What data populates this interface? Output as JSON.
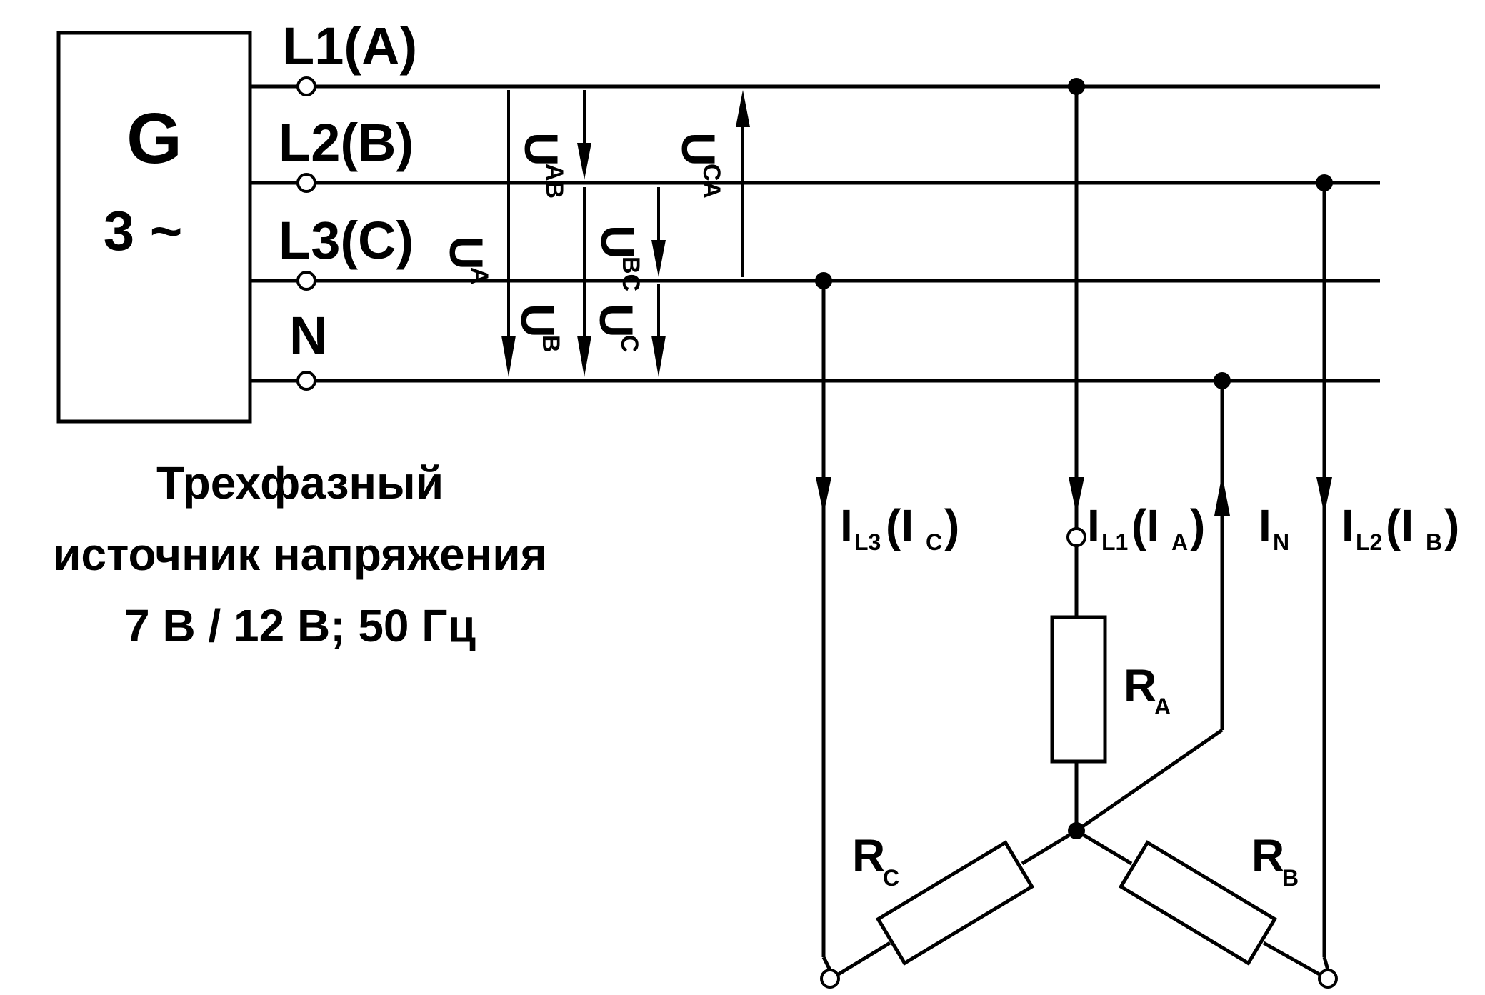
{
  "generator": {
    "symbol": "G",
    "phase_label": "3 ~"
  },
  "lines": {
    "l1": "L1(A)",
    "l2": "L2(B)",
    "l3": "L3(C)",
    "n": "N"
  },
  "voltages": {
    "ua": {
      "main": "U",
      "sub": "A"
    },
    "ub": {
      "main": "U",
      "sub": "B"
    },
    "uc": {
      "main": "U",
      "sub": "C"
    },
    "uab": {
      "main": "U",
      "sub": "AB"
    },
    "ubc": {
      "main": "U",
      "sub": "BC"
    },
    "uca": {
      "main": "U",
      "sub": "CA"
    }
  },
  "currents": {
    "il3": {
      "main": "I",
      "sub": "L3",
      "paren_main": "(I",
      "paren_sub": "C",
      "close": ")"
    },
    "il1": {
      "main": "I",
      "sub": "L1",
      "paren_main": "(I",
      "paren_sub": "A",
      "close": ")"
    },
    "in": {
      "main": "I",
      "sub": "N"
    },
    "il2": {
      "main": "I",
      "sub": "L2",
      "paren_main": "(I",
      "paren_sub": "B",
      "close": ")"
    }
  },
  "resistors": {
    "ra": {
      "main": "R",
      "sub": "A"
    },
    "rb": {
      "main": "R",
      "sub": "B"
    },
    "rc": {
      "main": "R",
      "sub": "C"
    }
  },
  "caption": {
    "line1": "Трехфазный",
    "line2": "источник напряжения",
    "line3": "7 В / 12 В; 50 Гц"
  }
}
